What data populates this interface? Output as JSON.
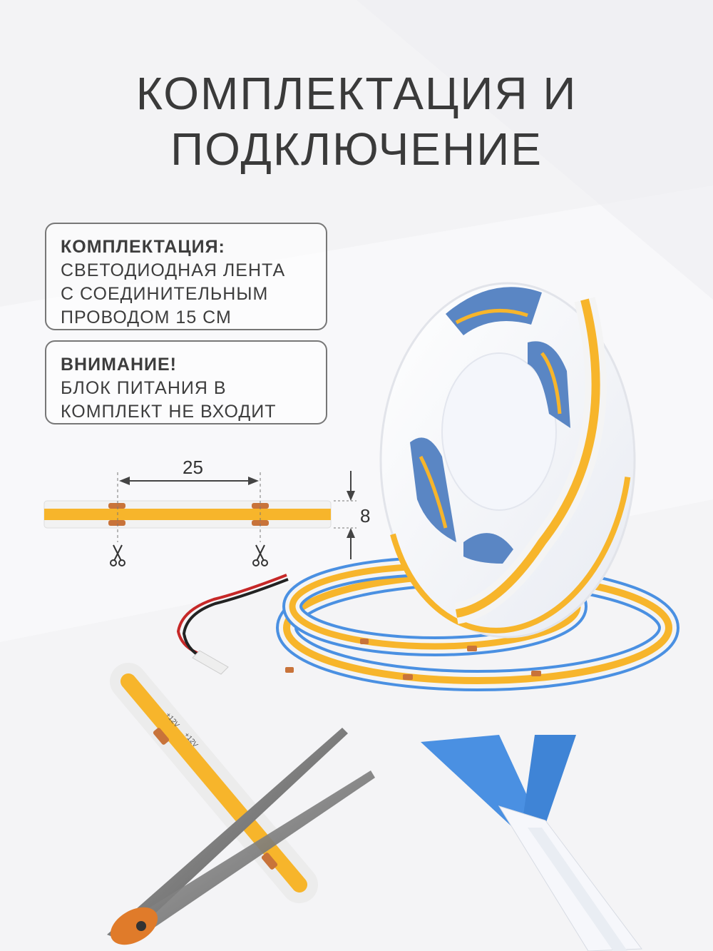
{
  "title": {
    "line1": "КОМПЛЕКТАЦИЯ И",
    "line2": "ПОДКЛЮЧЕНИЕ"
  },
  "kit_box": {
    "heading": "КОМПЛЕКТАЦИЯ:",
    "lines": [
      "СВЕТОДИОДНАЯ ЛЕНТА",
      "С СОЕДИНИТЕЛЬНЫМ",
      "ПРОВОДОМ 15 СМ"
    ]
  },
  "warning_box": {
    "heading": "ВНИМАНИЕ!",
    "lines": [
      "БЛОК ПИТАНИЯ В",
      "КОМПЛЕКТ НЕ ВХОДИТ"
    ]
  },
  "dimensions": {
    "cut_spacing": "25",
    "width": "8"
  },
  "strip_marks": {
    "voltage_label": "+12V"
  },
  "colors": {
    "title_text": "#3a3a3a",
    "led_yellow": "#f7b52b",
    "pad_orange": "#c8733a",
    "tape_blue": "#4a90e2",
    "reel_white": "#fbfbfd",
    "box_border": "#777777"
  },
  "icons": [
    "scissors-icon",
    "dimension-arrow-icon"
  ]
}
